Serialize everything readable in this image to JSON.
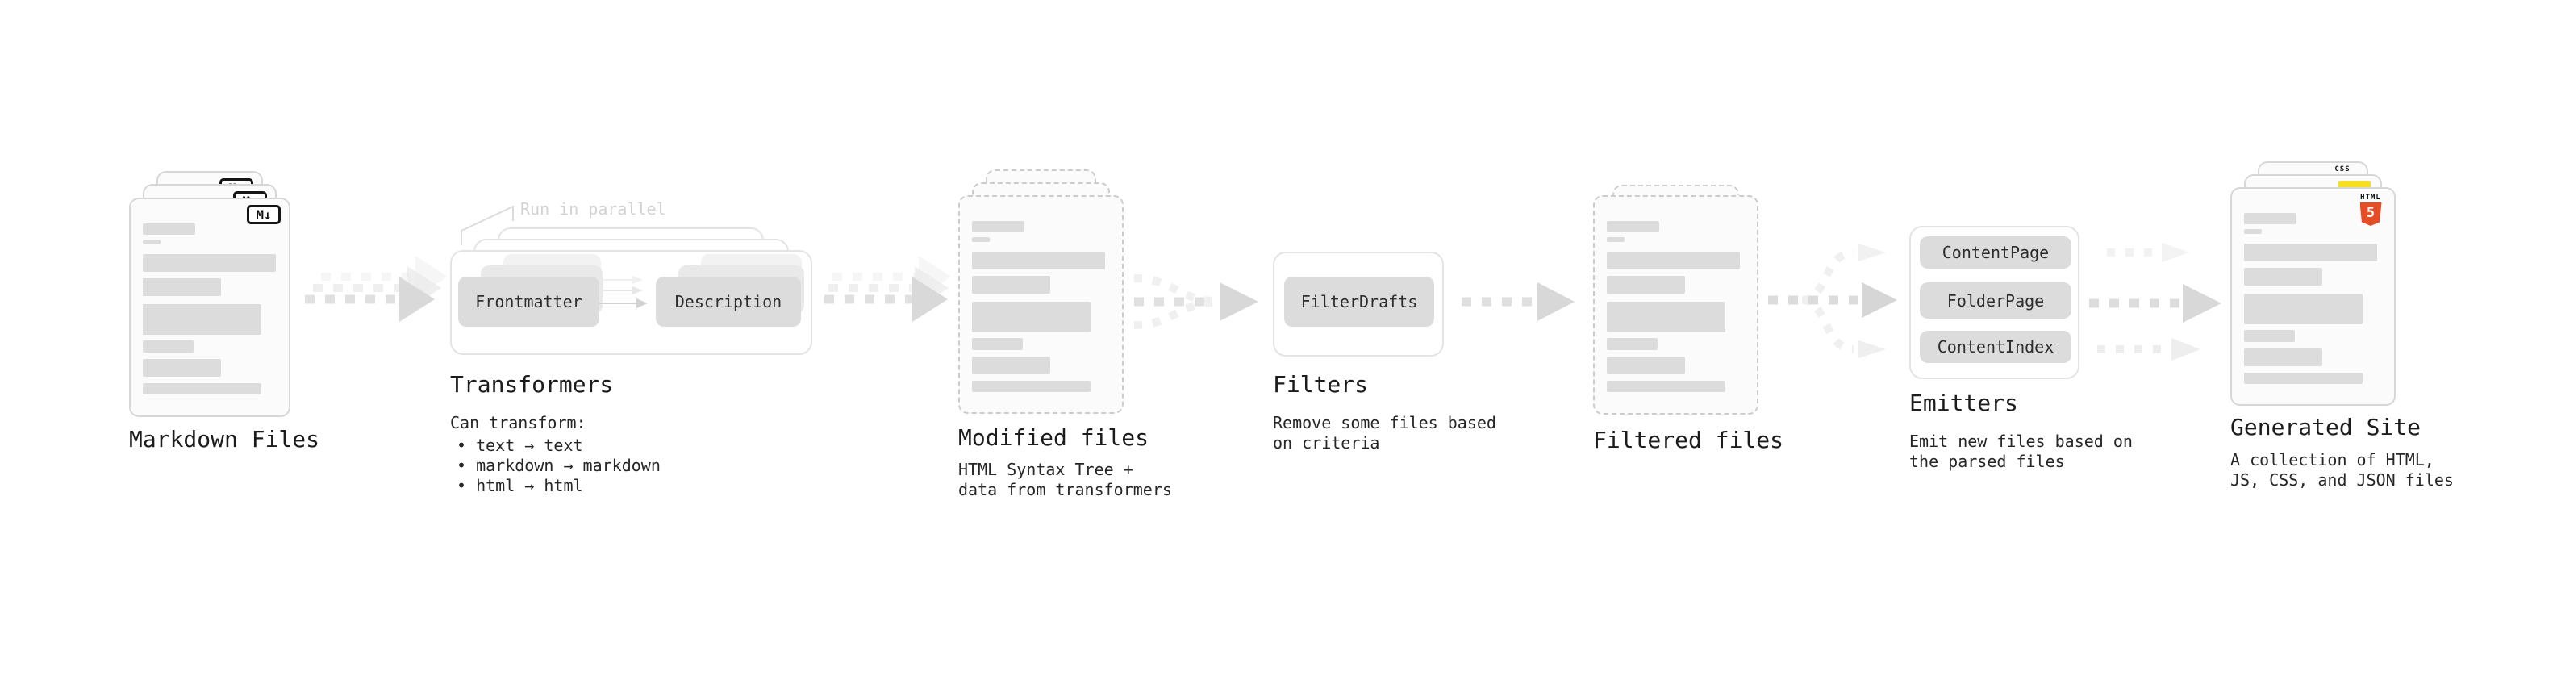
{
  "stages": {
    "markdown_files": {
      "label": "Markdown Files"
    },
    "transformers": {
      "label": "Transformers",
      "callout": "Run in parallel",
      "box_frontmatter": "Frontmatter",
      "box_description": "Description",
      "desc_title": "Can transform:",
      "bullets": [
        "• text → text",
        "• markdown → markdown",
        "• html → html"
      ]
    },
    "modified_files": {
      "label": "Modified files",
      "desc": [
        "HTML Syntax Tree +",
        "data from transformers"
      ]
    },
    "filters": {
      "label": "Filters",
      "box_filterdrafts": "FilterDrafts",
      "desc": [
        "Remove some files based",
        "on criteria"
      ]
    },
    "filtered_files": {
      "label": "Filtered files"
    },
    "emitters": {
      "label": "Emitters",
      "boxes": [
        "ContentPage",
        "FolderPage",
        "ContentIndex"
      ],
      "desc": [
        "Emit new files based on",
        "the parsed files"
      ]
    },
    "generated_site": {
      "label": "Generated Site",
      "desc": [
        "A collection of HTML,",
        "JS, CSS, and JSON files"
      ]
    }
  },
  "icons": {
    "markdown_badge": "M↓",
    "html5_label": "HTML",
    "html5_number": "5",
    "css_label": "CSS"
  },
  "colors": {
    "html5_orange": "#e44d26",
    "js_yellow": "#f7df1e",
    "css_blue": "#2965f1"
  },
  "doc_skeleton": [
    {
      "t": 30,
      "w": 65,
      "h": 14
    },
    {
      "t": 50,
      "w": 22,
      "h": 6
    },
    {
      "t": 68,
      "w": 165,
      "h": 22
    },
    {
      "t": 98,
      "w": 97,
      "h": 22
    },
    {
      "t": 130,
      "w": 147,
      "h": 38
    },
    {
      "t": 175,
      "w": 63,
      "h": 15
    },
    {
      "t": 198,
      "w": 97,
      "h": 22
    },
    {
      "t": 228,
      "w": 147,
      "h": 14
    }
  ]
}
